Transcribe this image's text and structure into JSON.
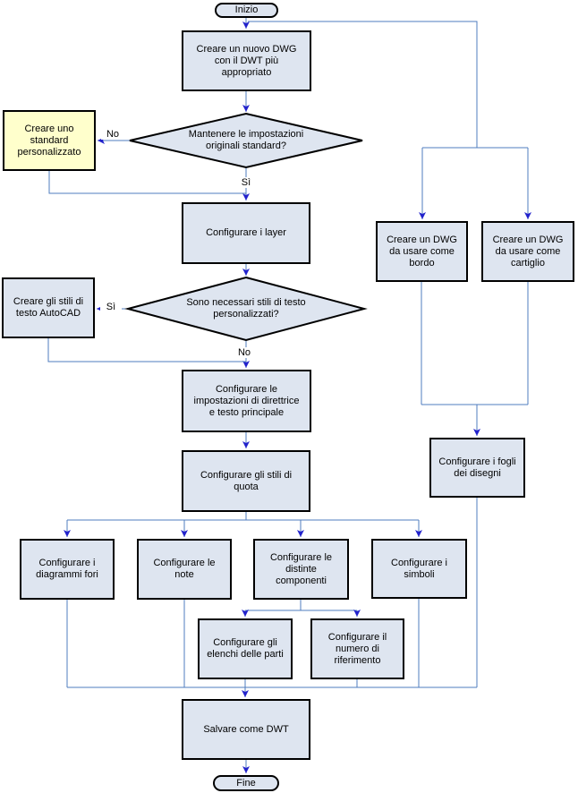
{
  "colors": {
    "node_fill": "#dee5f0",
    "highlight_fill": "#ffffcc",
    "node_border": "#000000",
    "connector": "#4f7cbf",
    "arrowhead": "#2222cc",
    "text": "#000000",
    "background": "#ffffff"
  },
  "nodes": {
    "start": {
      "label": "Inizio",
      "type": "terminator"
    },
    "create_dwg": {
      "label": "Creare un nuovo DWG\ncon il DWT più\nappropriato",
      "type": "process"
    },
    "custom_standard": {
      "label": "Creare uno\nstandard\npersonalizzato",
      "type": "process-highlight"
    },
    "keep_standards": {
      "label": "Mantenere le impostazioni\noriginali standard?",
      "type": "decision"
    },
    "configure_layers": {
      "label": "Configurare i layer",
      "type": "process"
    },
    "need_text_styles": {
      "label": "Sono necessari stili di testo\npersonalizzati?",
      "type": "decision"
    },
    "create_text_styles": {
      "label": "Creare gli stili di\ntesto AutoCAD",
      "type": "process"
    },
    "leader_text_settings": {
      "label": "Configurare le\nimpostazioni di direttrice\ne testo principale",
      "type": "process"
    },
    "dimension_styles": {
      "label": "Configurare gli stili di\nquota",
      "type": "process"
    },
    "hole_charts": {
      "label": "Configurare i\ndiagrammi fori",
      "type": "process"
    },
    "notes": {
      "label": "Configurare le\nnote",
      "type": "process"
    },
    "bom": {
      "label": "Configurare le\ndistinte\ncomponenti",
      "type": "process"
    },
    "symbols": {
      "label": "Configurare i\nsimboli",
      "type": "process"
    },
    "parts_lists": {
      "label": "Configurare gli\nelenchi delle parti",
      "type": "process"
    },
    "balloon": {
      "label": "Configurare il\nnumero di\nriferimento",
      "type": "process"
    },
    "save_dwt": {
      "label": "Salvare come DWT",
      "type": "process"
    },
    "end": {
      "label": "Fine",
      "type": "terminator"
    },
    "border_dwg": {
      "label": "Creare un DWG\nda usare come\nbordo",
      "type": "process"
    },
    "title_block_dwg": {
      "label": "Creare un DWG\nda usare come\ncartiglio",
      "type": "process"
    },
    "drawing_sheets": {
      "label": "Configurare i fogli\ndei disegni",
      "type": "process"
    }
  },
  "edge_labels": {
    "keep_standards_no": "No",
    "keep_standards_yes": "Sì",
    "need_text_styles_yes": "Sì",
    "need_text_styles_no": "No"
  }
}
